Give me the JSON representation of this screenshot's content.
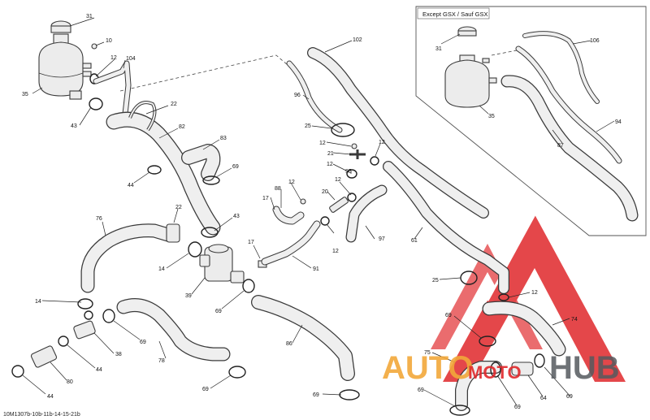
{
  "inset": {
    "title": "Except GSX / Sauf GSX"
  },
  "reference_code": "10M1307b-10b-11b-14-15-21b",
  "watermark": {
    "part1": "AUTO",
    "part2": "MOTO",
    "part3": "HUB",
    "triangle_color": "#e0282b",
    "auto_color": "#f2a83a",
    "hub_color": "#555a5f"
  },
  "callouts": {
    "c31": "31",
    "c10": "10",
    "c12a": "12",
    "c104": "104",
    "c35": "35",
    "c22a": "22",
    "c43a": "43",
    "c82": "82",
    "c83": "83",
    "c44a": "44",
    "c69a": "69",
    "c76": "76",
    "c22b": "22",
    "c43b": "43",
    "c14a": "14",
    "c17a": "17",
    "c39": "39",
    "c69b": "69",
    "c14b": "14",
    "c38": "38",
    "c69c": "69",
    "c78": "78",
    "c44b": "44",
    "c80": "80",
    "c44c": "44",
    "c69d": "69",
    "c86": "86",
    "c69e": "69",
    "c102": "102",
    "c96": "96",
    "c25a": "25",
    "c12b": "12",
    "c21": "21",
    "c12c": "12",
    "c95": "95",
    "c12d": "12",
    "c88": "88",
    "c12e": "12",
    "c20": "20",
    "c12f": "12",
    "c17b": "17",
    "c12g": "12",
    "c97": "97",
    "c91": "91",
    "c61": "61",
    "c25b": "25",
    "c12h": "12",
    "c69f": "69",
    "c74": "74",
    "c75": "75",
    "c64": "64",
    "c69g": "69",
    "c69h": "69",
    "c69i": "69",
    "c31i": "31",
    "c106": "106",
    "c35i": "35",
    "c87": "87",
    "c94": "94"
  }
}
